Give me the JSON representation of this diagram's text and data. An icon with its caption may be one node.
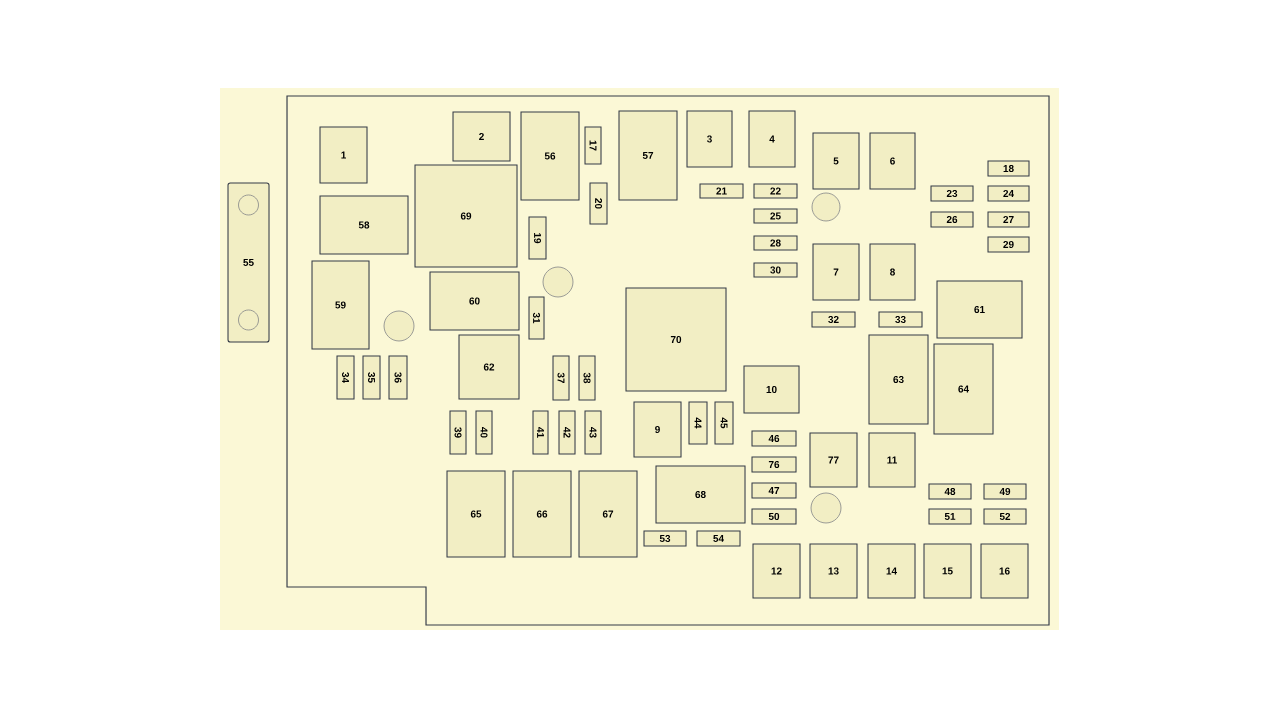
{
  "diagram": {
    "nodes": [
      {
        "text": [
          "55"
        ]
      },
      {
        "text": [
          "1"
        ]
      },
      {
        "text": [
          "2"
        ]
      },
      {
        "text": [
          "56"
        ]
      },
      {
        "text": [
          "17"
        ]
      },
      {
        "text": [
          "57"
        ]
      },
      {
        "text": [
          "3"
        ]
      },
      {
        "text": [
          "4"
        ]
      },
      {
        "text": [
          "5"
        ]
      },
      {
        "text": [
          "6"
        ]
      },
      {
        "text": [
          "18"
        ]
      },
      {
        "text": [
          "69"
        ]
      },
      {
        "text": [
          "58"
        ]
      },
      {
        "text": [
          "20"
        ]
      },
      {
        "text": [
          "21"
        ]
      },
      {
        "text": [
          "22"
        ]
      },
      {
        "text": [
          "23"
        ]
      },
      {
        "text": [
          "24"
        ]
      },
      {
        "text": [
          "25"
        ]
      },
      {
        "text": [
          "26"
        ]
      },
      {
        "text": [
          "27"
        ]
      },
      {
        "text": [
          "19"
        ]
      },
      {
        "text": [
          "28"
        ]
      },
      {
        "text": [
          "29"
        ]
      },
      {
        "text": [
          "30"
        ]
      },
      {
        "text": [
          "59"
        ]
      },
      {
        "text": [
          "60"
        ]
      },
      {
        "text": [
          "7"
        ]
      },
      {
        "text": [
          "8"
        ]
      },
      {
        "text": [
          "61"
        ]
      },
      {
        "text": [
          "31"
        ]
      },
      {
        "text": [
          "70"
        ]
      },
      {
        "text": [
          "32"
        ]
      },
      {
        "text": [
          "33"
        ]
      },
      {
        "text": [
          "62"
        ]
      },
      {
        "text": [
          "63"
        ]
      },
      {
        "text": [
          "64"
        ]
      },
      {
        "text": [
          "34"
        ]
      },
      {
        "text": [
          "35"
        ]
      },
      {
        "text": [
          "36"
        ]
      },
      {
        "text": [
          "37"
        ]
      },
      {
        "text": [
          "38"
        ]
      },
      {
        "text": [
          "10"
        ]
      },
      {
        "text": [
          "9"
        ]
      },
      {
        "text": [
          "44"
        ]
      },
      {
        "text": [
          "45"
        ]
      },
      {
        "text": [
          "39"
        ]
      },
      {
        "text": [
          "40"
        ]
      },
      {
        "text": [
          "41"
        ]
      },
      {
        "text": [
          "42"
        ]
      },
      {
        "text": [
          "43"
        ]
      },
      {
        "text": [
          "46"
        ]
      },
      {
        "text": [
          "77"
        ]
      },
      {
        "text": [
          "11"
        ]
      },
      {
        "text": [
          "76"
        ]
      },
      {
        "text": [
          "47"
        ]
      },
      {
        "text": [
          "48"
        ]
      },
      {
        "text": [
          "49"
        ]
      },
      {
        "text": [
          "68"
        ]
      },
      {
        "text": [
          "50"
        ]
      },
      {
        "text": [
          "51"
        ]
      },
      {
        "text": [
          "52"
        ]
      },
      {
        "text": [
          "65"
        ]
      },
      {
        "text": [
          "66"
        ]
      },
      {
        "text": [
          "67"
        ]
      },
      {
        "text": [
          "53"
        ]
      },
      {
        "text": [
          "54"
        ]
      },
      {
        "text": [
          "12"
        ]
      },
      {
        "text": [
          "13"
        ]
      },
      {
        "text": [
          "14"
        ]
      },
      {
        "text": [
          "15"
        ]
      },
      {
        "text": [
          "16"
        ]
      }
    ]
  }
}
